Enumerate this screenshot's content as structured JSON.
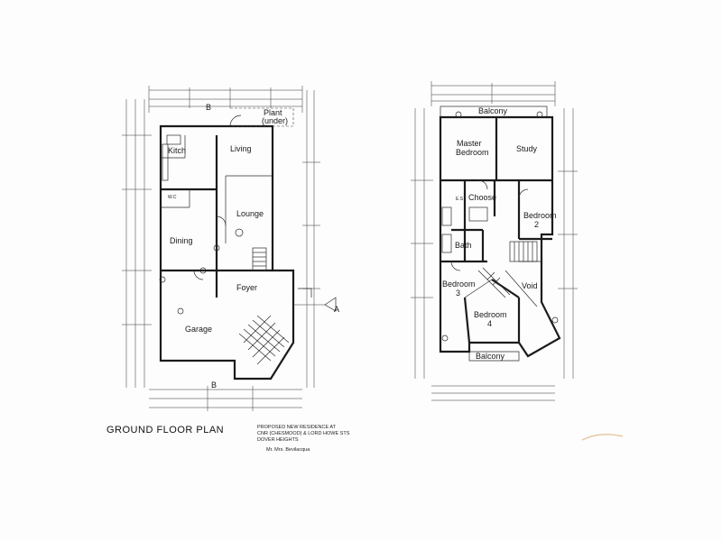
{
  "ground_plan": {
    "title": "GROUND FLOOR PLAN",
    "rooms": {
      "kitchen": "Kitch",
      "living": "Living",
      "lounge": "Lounge",
      "dining": "Dining",
      "foyer": "Foyer",
      "garage": "Garage",
      "plant": "Plant",
      "plant_sub": "(under)",
      "wc": "W.C"
    },
    "section_marks": {
      "top": "B",
      "bottom": "B",
      "right": "A"
    }
  },
  "first_plan": {
    "rooms": {
      "balcony_top": "Balcony",
      "master_bedroom_line1": "Master",
      "master_bedroom_line2": "Bedroom",
      "study": "Study",
      "ens": "E.S",
      "choose": "Choose",
      "bedroom2_line1": "Bedroom",
      "bedroom2_line2": "2",
      "bath": "Bath",
      "bedroom3_line1": "Bedroom",
      "bedroom3_line2": "3",
      "void": "Void",
      "bedroom4_line1": "Bedroom",
      "bedroom4_line2": "4",
      "balcony_bottom": "Balcony"
    }
  },
  "notes": {
    "line1": "PROPOSED NEW RESIDENCE AT",
    "line2": "CNR (CHESMOOD) & LORD HOWE STS",
    "line3": "DOVER HEIGHTS",
    "line4": "Mr. Mrs. Bevilacqua"
  }
}
